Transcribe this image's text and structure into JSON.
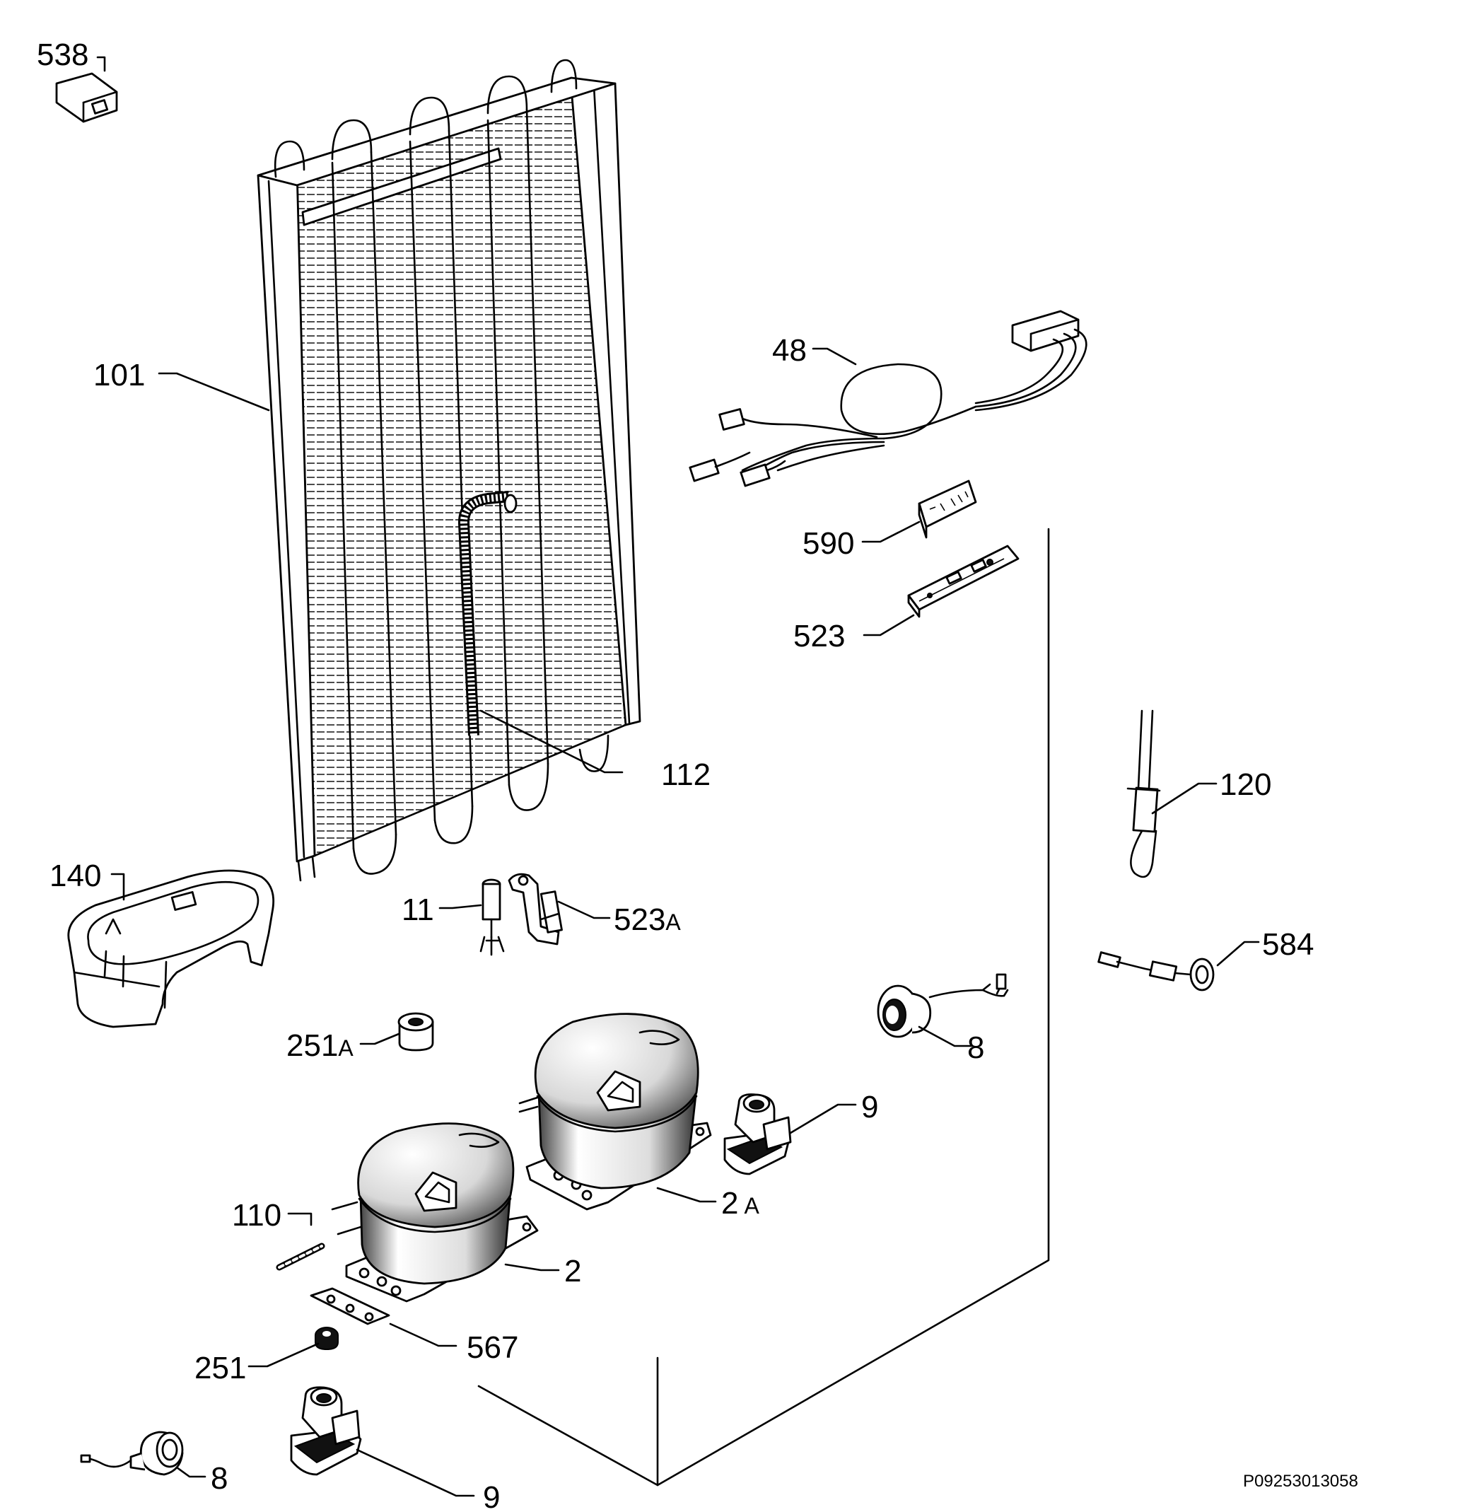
{
  "parts": [
    {
      "id": "p538",
      "label": "538"
    },
    {
      "id": "p101",
      "label": "101"
    },
    {
      "id": "p48",
      "label": "48"
    },
    {
      "id": "p590",
      "label": "590"
    },
    {
      "id": "p523",
      "label": "523"
    },
    {
      "id": "p112",
      "label": "112"
    },
    {
      "id": "p120",
      "label": "120"
    },
    {
      "id": "p140",
      "label": "140"
    },
    {
      "id": "p11",
      "label": "11"
    },
    {
      "id": "p523A",
      "label": "523",
      "suffix": "A"
    },
    {
      "id": "p584",
      "label": "584"
    },
    {
      "id": "p251A",
      "label": "251",
      "suffix": "A"
    },
    {
      "id": "p8a",
      "label": "8"
    },
    {
      "id": "p9a",
      "label": "9"
    },
    {
      "id": "p2A",
      "label": "2",
      "suffix": "A"
    },
    {
      "id": "p110",
      "label": "110"
    },
    {
      "id": "p2",
      "label": "2"
    },
    {
      "id": "p567",
      "label": "567"
    },
    {
      "id": "p251",
      "label": "251"
    },
    {
      "id": "p8b",
      "label": "8"
    },
    {
      "id": "p9b",
      "label": "9"
    }
  ],
  "drawing_code": "P09253013058"
}
